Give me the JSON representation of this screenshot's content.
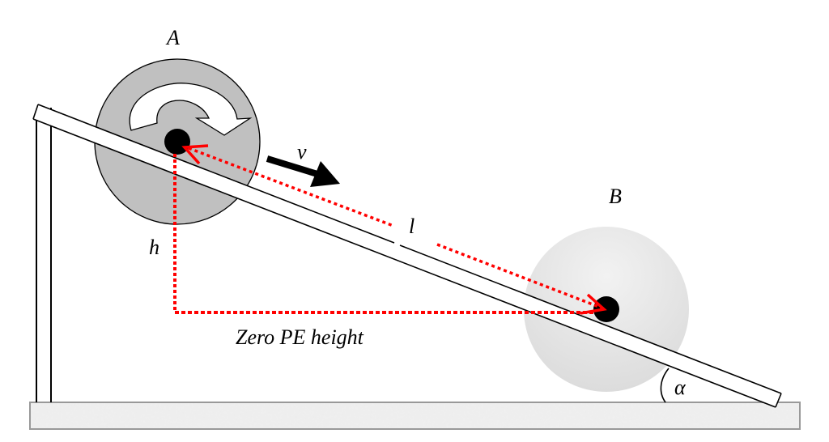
{
  "diagram": {
    "title": "Rolling cylinder on an inclined plane",
    "labels": {
      "start_position": "A",
      "end_position": "B",
      "velocity": "v",
      "distance_along_incline": "l",
      "height": "h",
      "zero_pe": "Zero PE height",
      "incline_angle": "α"
    },
    "colors": {
      "cylinder_a_fill": "#c0c0c0",
      "cylinder_b_fill": "#e8e8e8",
      "dotted_lines": "#ff0000",
      "ground_fill": "#ececec",
      "ground_border": "#999999",
      "axle": "#000000"
    },
    "elements": [
      "support-post",
      "incline-plank",
      "ground-base",
      "cylinder-a-with-rotation-arrow",
      "cylinder-b",
      "velocity-arrow",
      "height-dotted-line",
      "zero-pe-dotted-line",
      "distance-dotted-arrow",
      "angle-arc"
    ]
  }
}
